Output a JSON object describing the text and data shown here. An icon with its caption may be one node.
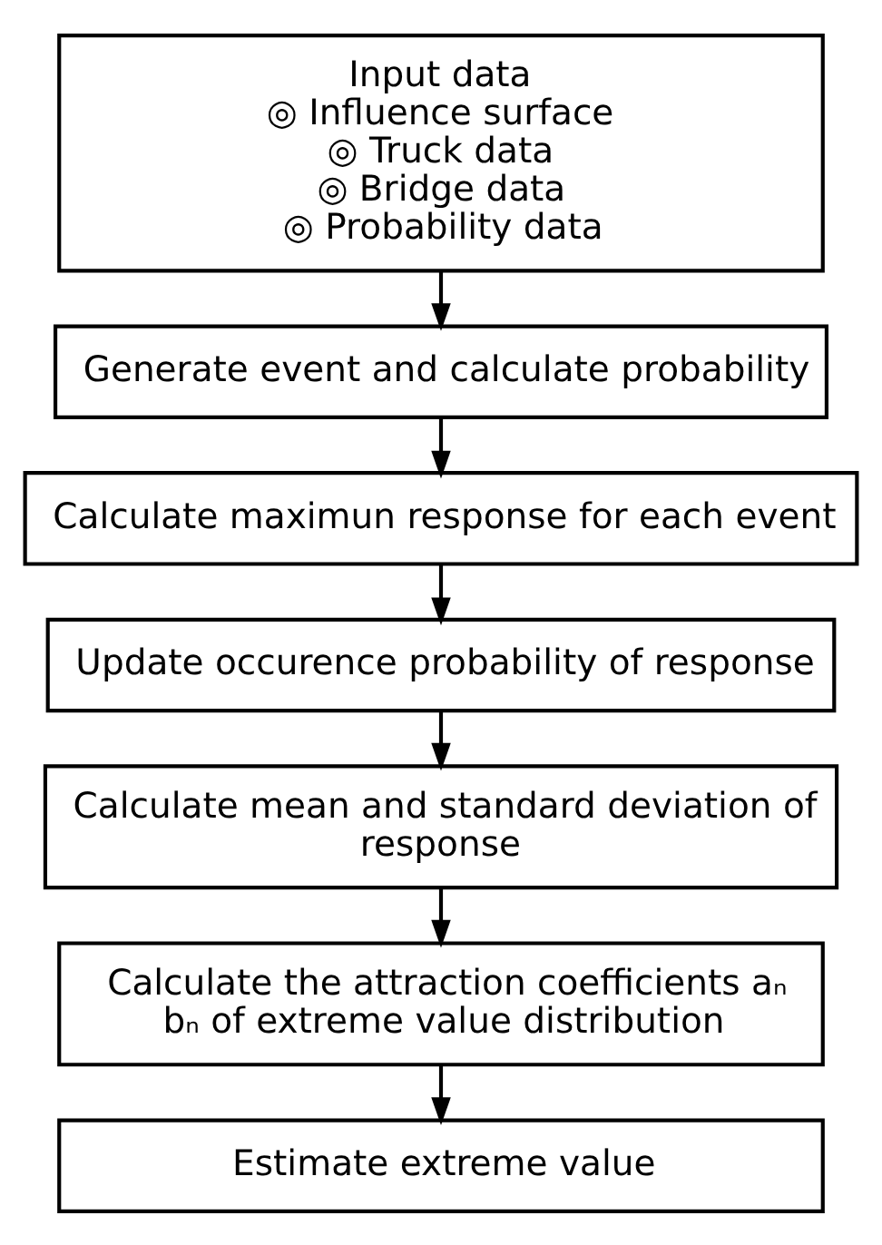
{
  "diagram": {
    "nodes": [
      {
        "text": [
          "Input data",
          "◎ Influence surface",
          "◎ Truck data",
          "◎ Bridge data",
          "◎ Probability data"
        ]
      },
      {
        "text": [
          "Generate event and calculate probability"
        ]
      },
      {
        "text": [
          "Calculate maximun response for each event"
        ]
      },
      {
        "text": [
          "Update occurence probability of response"
        ]
      },
      {
        "text": [
          "Calculate mean and standard deviation of response"
        ]
      },
      {
        "text": [
          "Calculate the attraction coefficients aₙ bₙ of extreme value distribution"
        ]
      },
      {
        "text": [
          "Estimate extreme value"
        ]
      }
    ],
    "edges": [
      {
        "from": 0,
        "to": 1,
        "arrow": "to"
      },
      {
        "from": 1,
        "to": 2,
        "arrow": "to"
      },
      {
        "from": 2,
        "to": 3,
        "arrow": "to"
      },
      {
        "from": 3,
        "to": 4,
        "arrow": "to"
      },
      {
        "from": 4,
        "to": 5,
        "arrow": "to"
      },
      {
        "from": 5,
        "to": 6,
        "arrow": "to"
      }
    ]
  }
}
